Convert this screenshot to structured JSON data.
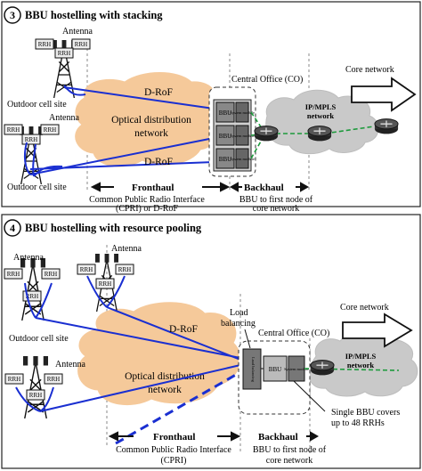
{
  "panel3": {
    "number": "3",
    "title": "BBU hostelling with stacking",
    "antenna_top": "Antenna",
    "antenna_mid": "Antenna",
    "rrh": "RRH",
    "site_top": "Outdoor cell site",
    "site_bottom": "Outdoor cell site",
    "droF_top": "D-RoF",
    "droF_bottom": "D-RoF",
    "optical_line1": "Optical distribution",
    "optical_line2": "network",
    "central_office": "Central Office (CO)",
    "bbu": "BBU",
    "system_module": "System module",
    "core_network": "Core network",
    "ipmpls_line1": "IP/MPLS",
    "ipmpls_line2": "network",
    "fronthaul": "Fronthaul",
    "backhaul": "Backhaul",
    "interface_line1": "Common Public Radio Interface",
    "interface_line2": "(CPRI) or D-RoF",
    "bbu_node_line1": "BBU to first node of",
    "bbu_node_line2": "core network"
  },
  "panel4": {
    "number": "4",
    "title": "BBU hostelling with resource pooling",
    "antenna_left": "Antenna",
    "antenna_right": "Antenna",
    "antenna_bottom": "Antenna",
    "rrh": "RRH",
    "site_label": "Outdoor cell site",
    "droF": "D-RoF",
    "load_line1": "Load",
    "load_line2": "balancing",
    "load_box": "Load balancing",
    "central_office": "Central Office (CO)",
    "bbu": "BBU",
    "system_module": "System module",
    "core_network": "Core network",
    "ipmpls_line1": "IP/MPLS",
    "ipmpls_line2": "network",
    "optical_line1": "Optical distribution",
    "optical_line2": "network",
    "single_bbu_line1": "Single BBU covers",
    "single_bbu_line2": "up to 48 RRHs",
    "fronthaul": "Fronthaul",
    "backhaul": "Backhaul",
    "interface_line1": "Common Public Radio Interface",
    "interface_line2": "(CPRI)",
    "bbu_node_line1": "BBU to first node of",
    "bbu_node_line2": "core network"
  },
  "colors": {
    "fiber": "#1a2fd1",
    "dashed_green": "#1d9a3c",
    "cloud_orange": "#f5c99a",
    "cloud_gray": "#c9c9c9"
  },
  "icons": [
    "cell-tower-icon",
    "router-icon",
    "arrow-right-icon",
    "bbu-rack-icon"
  ]
}
